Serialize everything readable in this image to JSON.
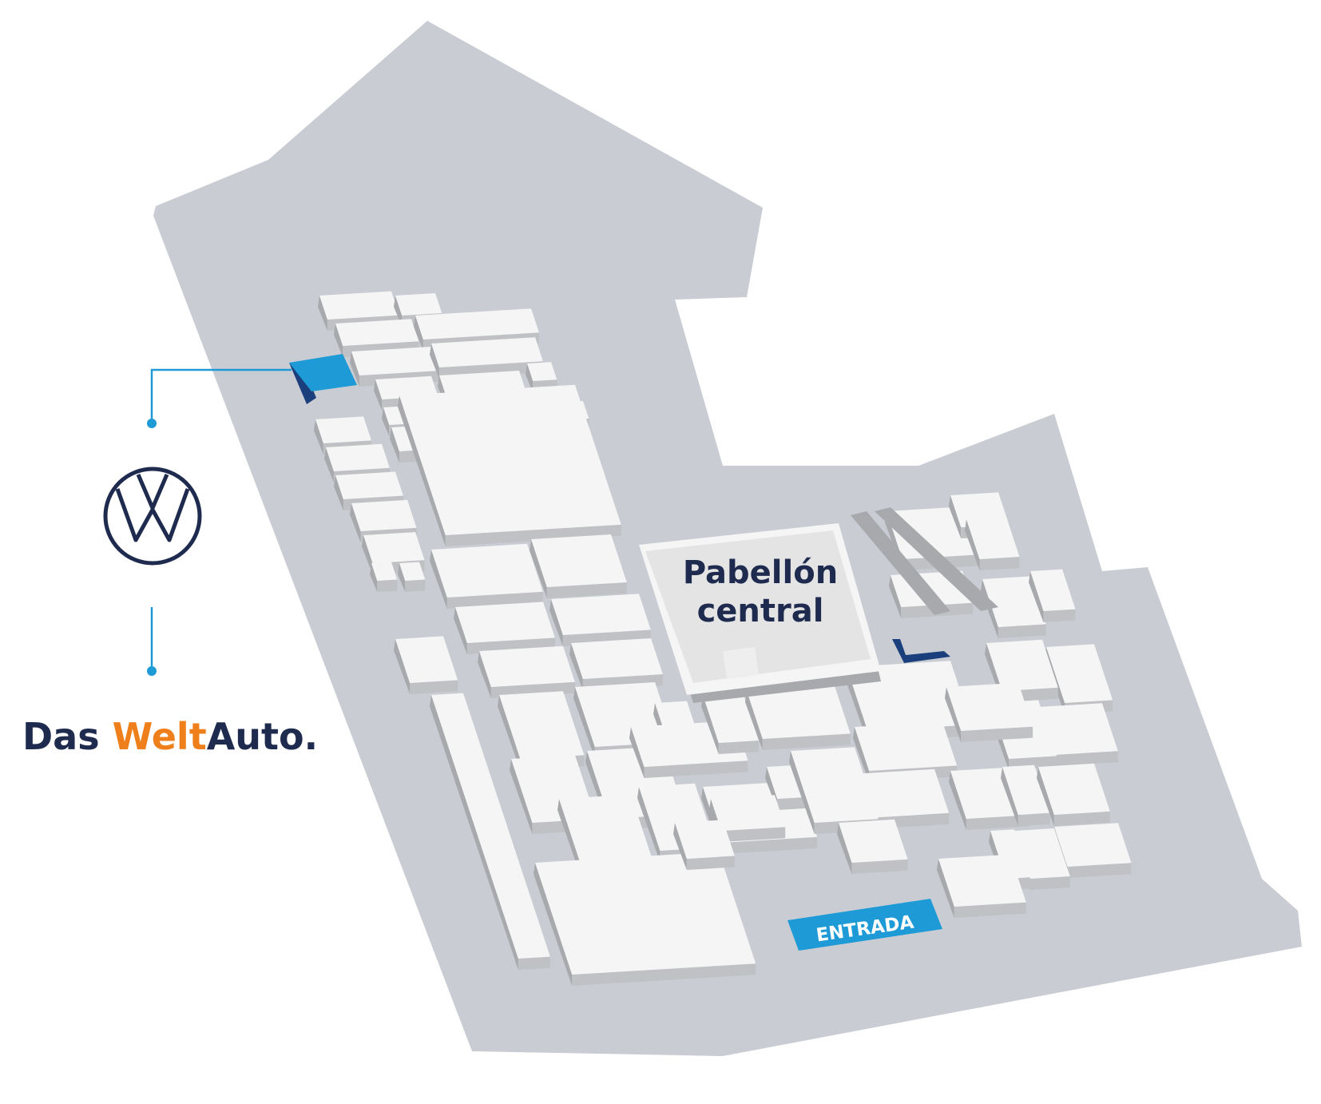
{
  "colors": {
    "ground": "#c9cdd3",
    "block_top": "#f5f5f5",
    "block_side": "#a7a9ac",
    "block_front": "#bfc1c4",
    "highlight": "#1e9ad6",
    "highlight_dark": "#1b3f7d",
    "brand_navy": "#1e2a4e",
    "brand_orange": "#ee7f1a",
    "connector": "#1e9ad6",
    "pavilion_inner": "#e4e4e4"
  },
  "map": {
    "pavilion_label_line1": "Pabellón",
    "pavilion_label_line2": "central",
    "entrance_label": "ENTRADA"
  },
  "brand": {
    "vw_logo": "vw-logo-icon",
    "dwa_part1": "Das ",
    "dwa_part2": "Welt",
    "dwa_part3": "Auto."
  }
}
